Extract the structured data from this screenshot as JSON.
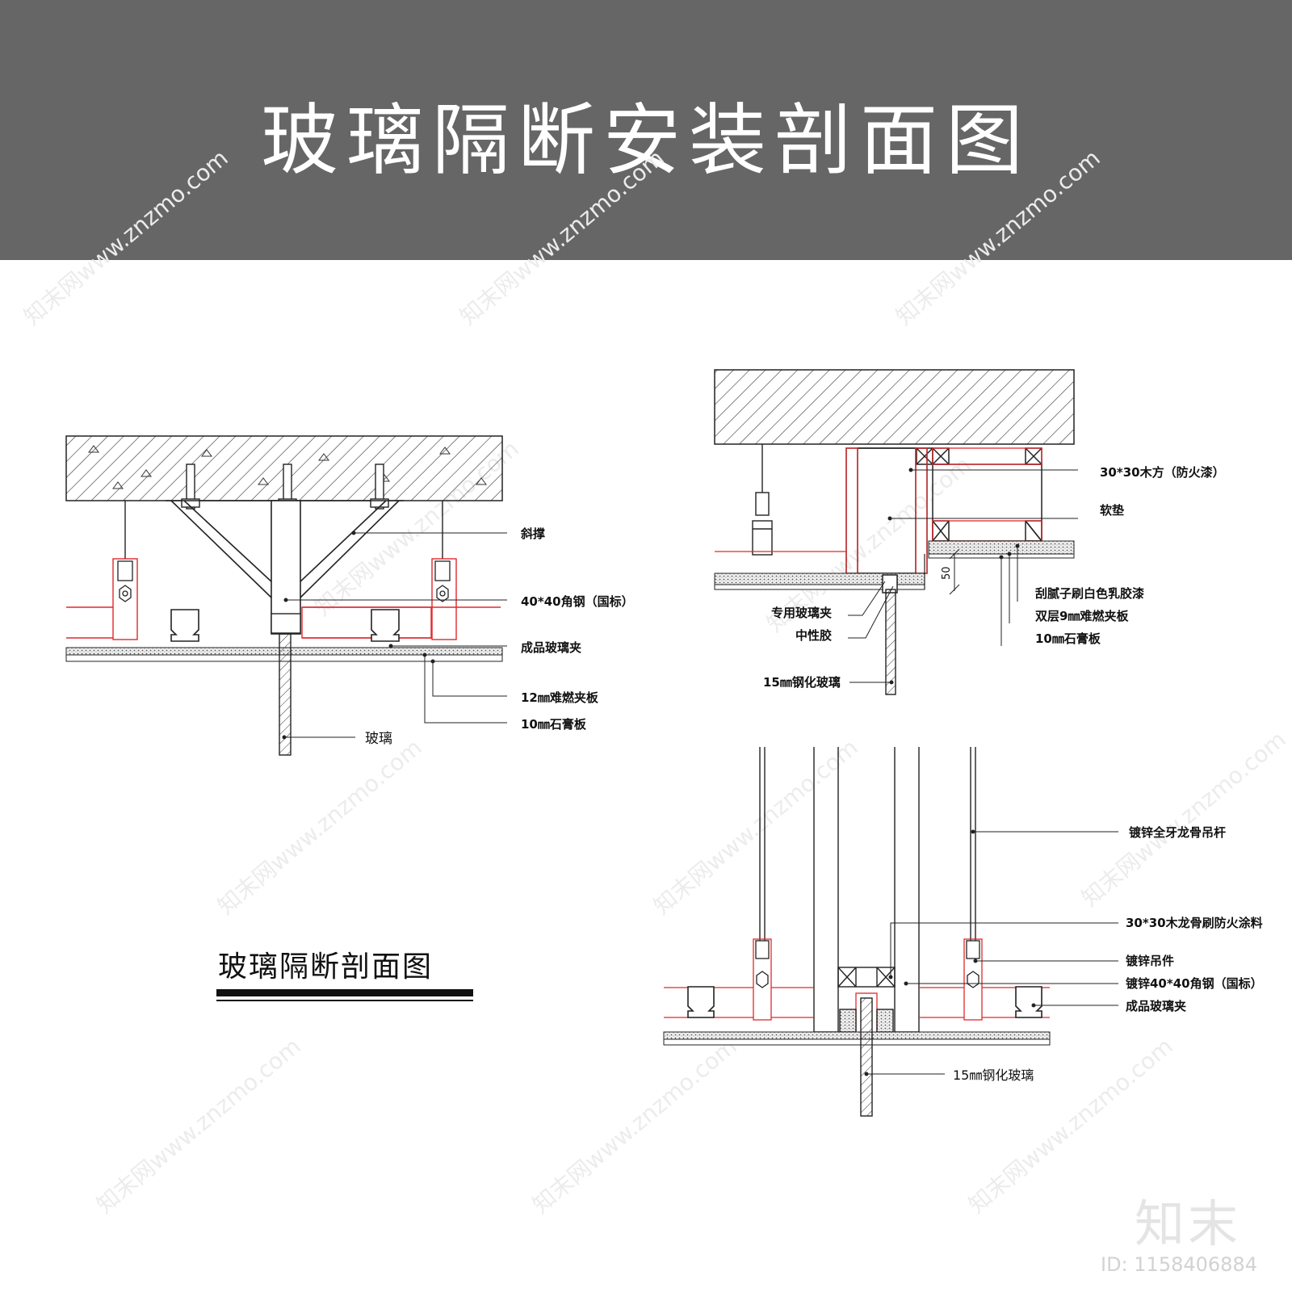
{
  "header": {
    "title": "玻璃隔断安装剖面图"
  },
  "left_section": {
    "title": "玻璃隔断剖面图",
    "labels": {
      "brace": "斜撑",
      "angle_steel": "40*40角钢（国标）",
      "glass_clip": "成品玻璃夹",
      "fire_board": "12㎜难燃夹板",
      "gypsum": "10㎜石膏板",
      "glass": "玻璃"
    }
  },
  "right_top_section": {
    "labels": {
      "wood_square": "30*30木方（防火漆）",
      "soft_pad": "软垫",
      "paint": "刮腻子刷白色乳胶漆",
      "double_board": "双层9㎜难燃夹板",
      "gypsum": "10㎜石膏板",
      "special_clip": "专用玻璃夹",
      "sealant": "中性胶",
      "tempered_glass": "15㎜钢化玻璃",
      "dimension": "50"
    }
  },
  "right_bottom_section": {
    "labels": {
      "rod": "镀锌全牙龙骨吊杆",
      "wood_keel": "30*30木龙骨刷防火涂料",
      "hanger": "镀锌吊件",
      "angle_steel": "镀锌40*40角钢（国标）",
      "glass_clip": "成品玻璃夹",
      "tempered_glass": "15㎜钢化玻璃"
    }
  },
  "watermark": {
    "logo": "知末",
    "id": "ID: 1158406884",
    "text": "知末网www.znzmo.com"
  },
  "colors": {
    "banner": "#666666",
    "red_line": "#e0282c",
    "line": "#222222"
  }
}
